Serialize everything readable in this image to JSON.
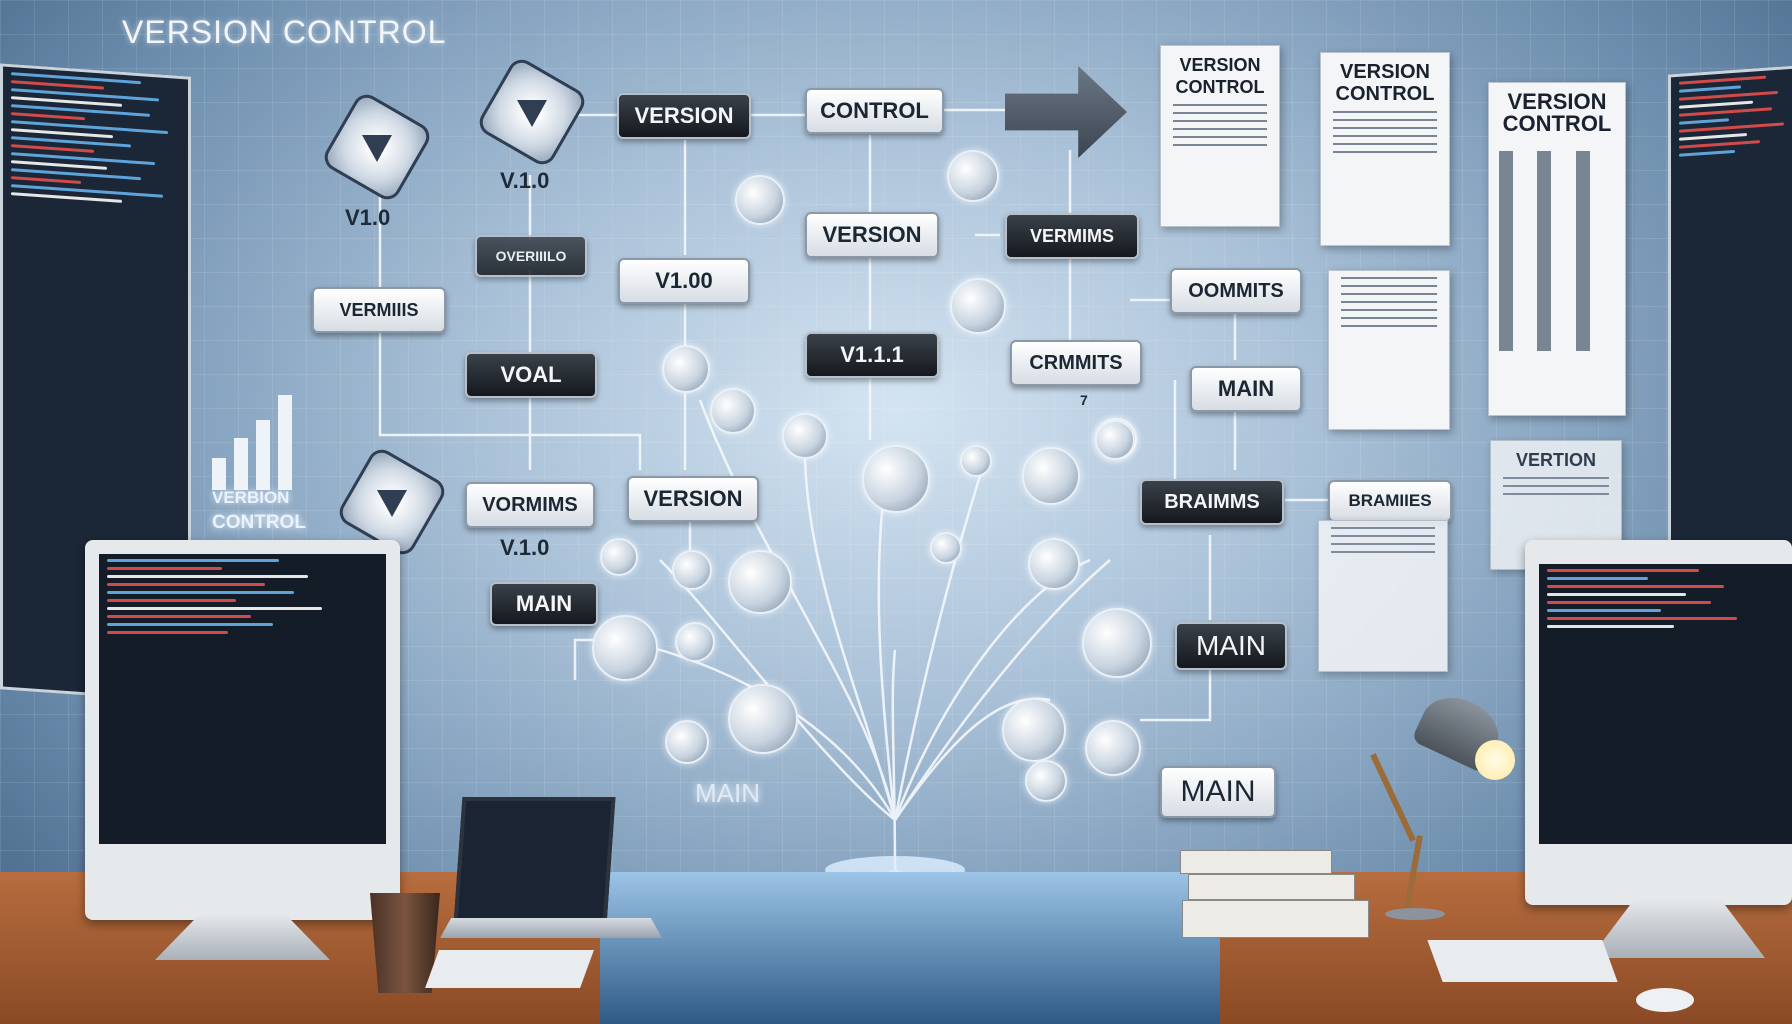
{
  "title": "VERSION CONTROL",
  "tags": {
    "version_top": "VERSION",
    "control_top": "CONTROL",
    "version_mid": "VERSION",
    "vermiis": "VERMIMS",
    "vermiis_left": "VERMIIIS",
    "overiiilo": "OVERIIILO",
    "v100": "V1.00",
    "v111": "V1.1.1",
    "commits_right": "OOMMITS",
    "crmmits": "CRMMITS",
    "main_right": "MAIN",
    "voal": "VOAL",
    "vormims": "VORMIMS",
    "version_low": "VERSION",
    "brainms": "BRAIMMS",
    "brainies": "BRAMIIES",
    "main_left": "MAIN",
    "main_dark": "MAIN",
    "main_bottom": "MAIN"
  },
  "labels": {
    "v10_top": "V.1.0",
    "v10_left": "V1.0",
    "v10_low": "V.1.0",
    "main_glow": "MAIN",
    "verbion_control_1": "VERBION",
    "verbion_control_2": "CONTROL",
    "note_small": "7"
  },
  "docs": {
    "doc1": "VERSION CONTROL",
    "doc2": "VERSION CONTROL",
    "doc3": "VERSION CONTROL",
    "doc4": "VERTION"
  }
}
